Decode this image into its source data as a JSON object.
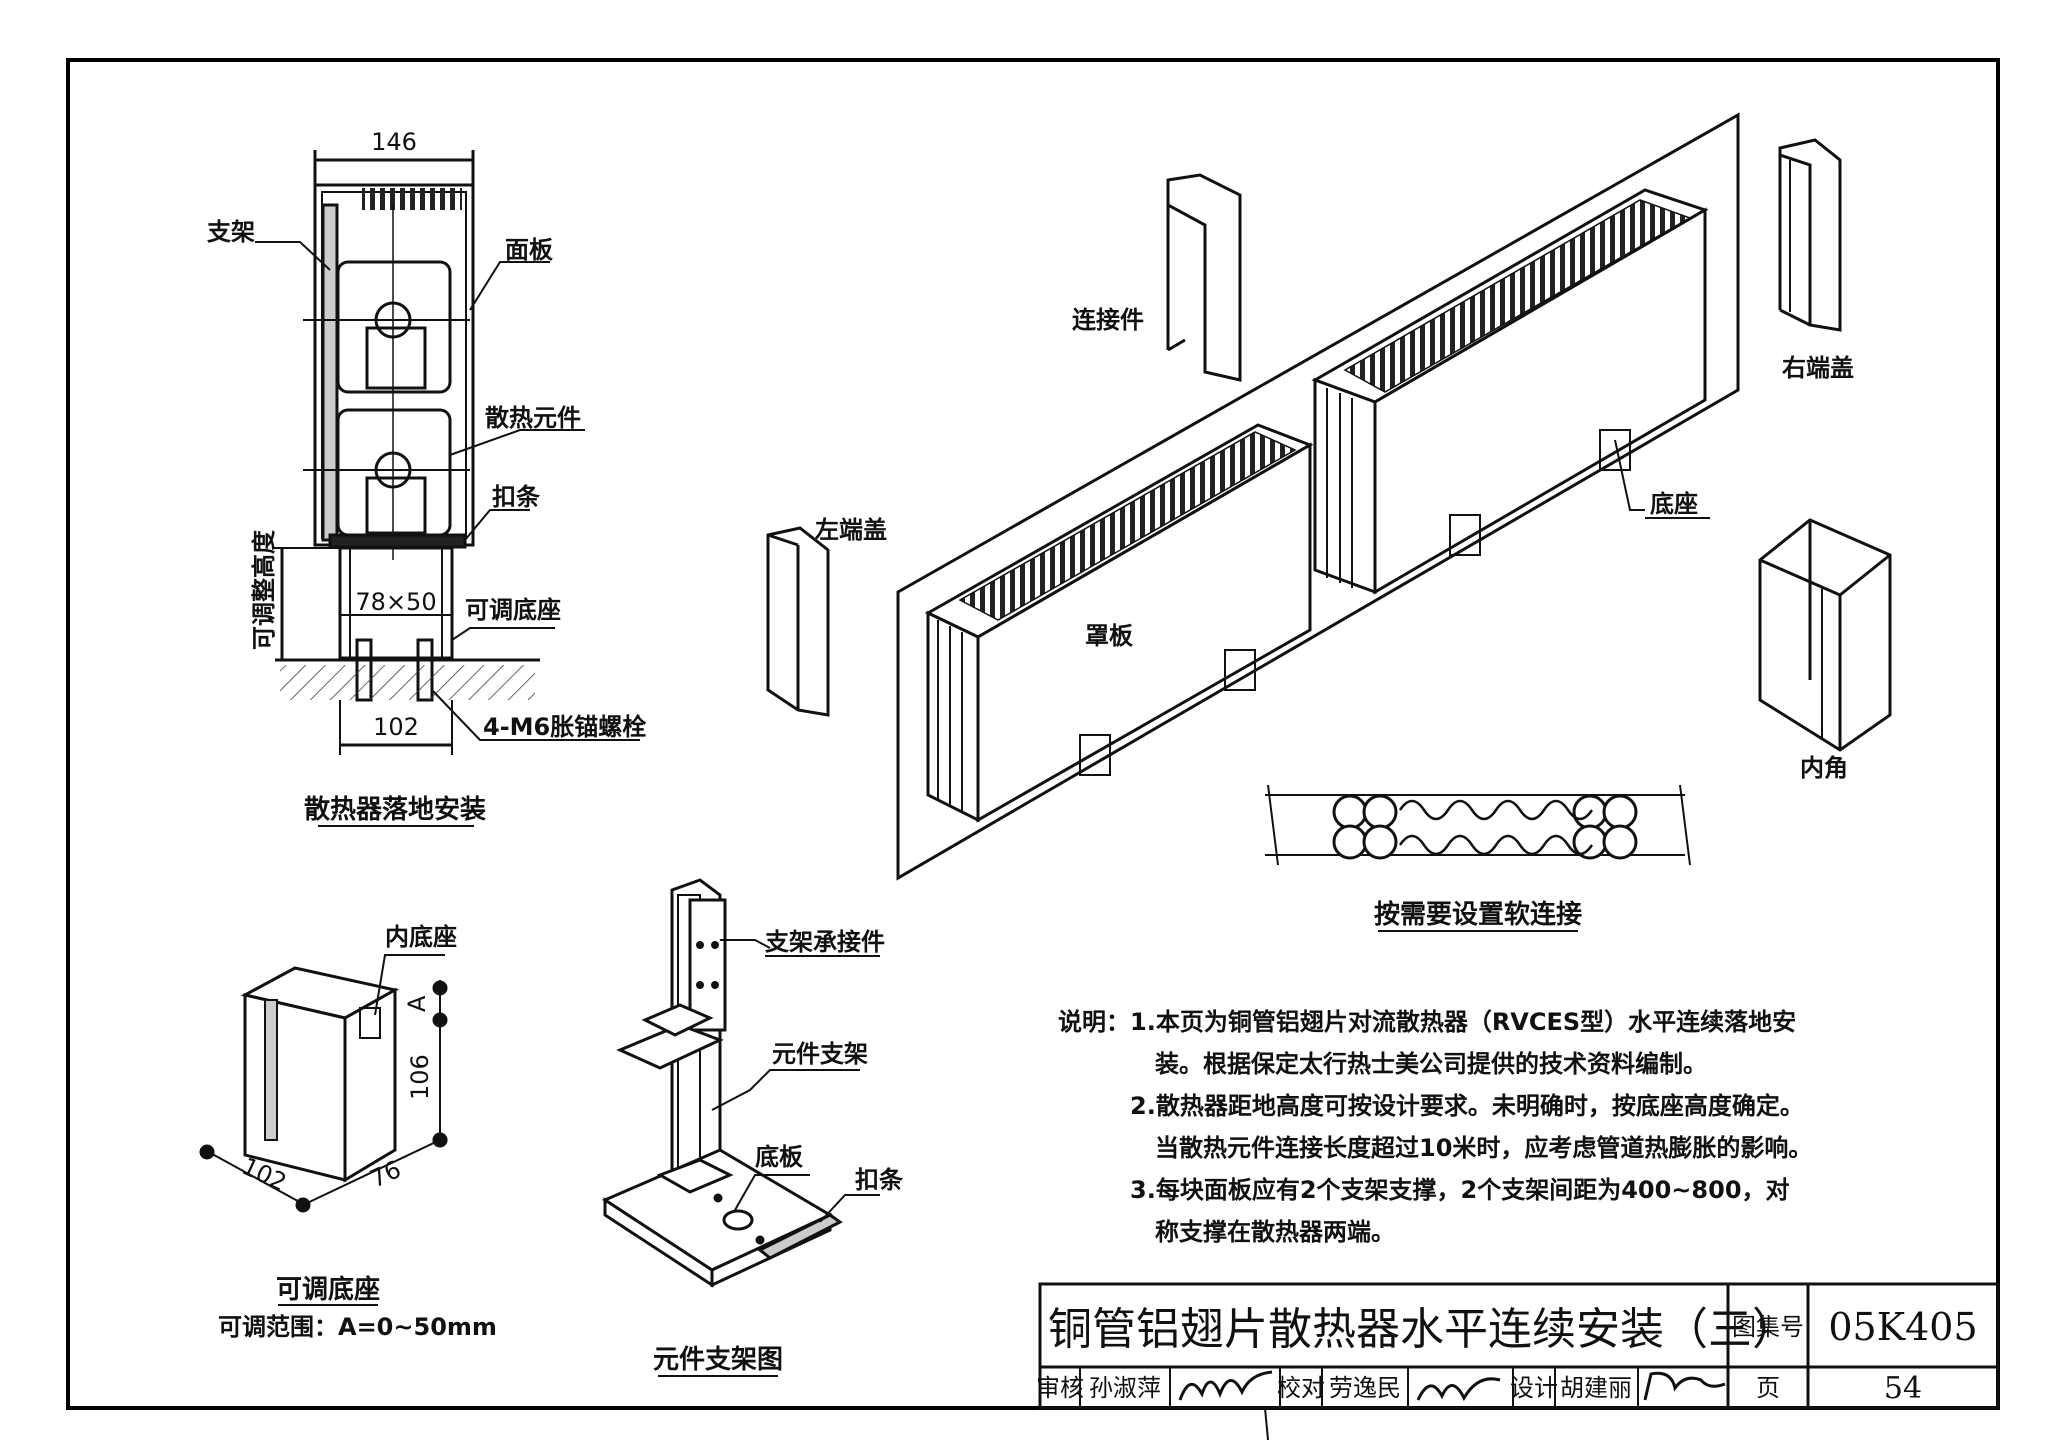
{
  "floor_install": {
    "width_dim": "146",
    "label_support": "支架",
    "label_panel": "面板",
    "label_element": "散热元件",
    "label_strip": "扣条",
    "label_height": "可调整高度",
    "label_base_size": "78×50",
    "label_adj_base": "可调底座",
    "dim_102": "102",
    "label_bolt": "4-M6胀锚螺栓",
    "title": "散热器落地安装"
  },
  "iso_view": {
    "connector": "连接件",
    "right_cap": "右端盖",
    "left_cap": "左端盖",
    "base": "底座",
    "cover": "罩板",
    "inner_corner": "内角",
    "flex_title": "按需要设置软连接"
  },
  "adj_base": {
    "inner_base": "内底座",
    "dim_a": "A",
    "dim_106": "106",
    "dim_102": "102",
    "dim_76": "76",
    "title": "可调底座",
    "range": "可调范围：A=0~50mm"
  },
  "bracket": {
    "connector": "支架承接件",
    "element_bracket": "元件支架",
    "base_plate": "底板",
    "strip": "扣条",
    "title": "元件支架图"
  },
  "notes": {
    "line1": "说明：1.本页为铜管铝翅片对流散热器（RVCES型）水平连续落地安",
    "line2": "装。根据保定太行热士美公司提供的技术资料编制。",
    "line3": "2.散热器距地高度可按设计要求。未明确时，按底座高度确定。",
    "line4": "当散热元件连接长度超过10米时，应考虑管道热膨胀的影响。",
    "line5": "3.每块面板应有2个支架支撑，2个支架间距为400~800，对",
    "line6": "称支撑在散热器两端。"
  },
  "title_block": {
    "main_title": "铜管铝翅片散热器水平连续安装（三）",
    "atlas_label": "图集号",
    "atlas_no": "05K405",
    "review": "审核",
    "reviewer": "孙淑萍",
    "check": "校对",
    "checker": "劳逸民",
    "design": "设计",
    "designer": "胡建丽",
    "page_label": "页",
    "page_no": "54"
  }
}
